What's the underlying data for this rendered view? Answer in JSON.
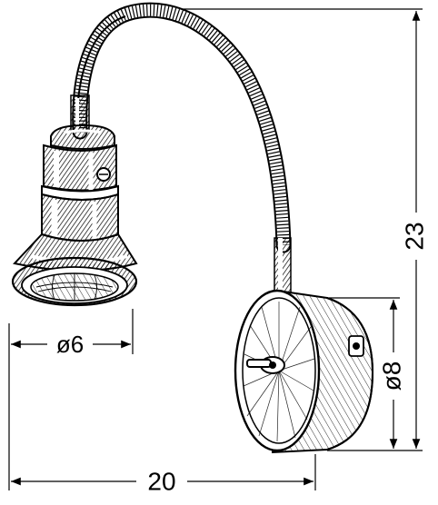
{
  "dimensions": {
    "height_label": "23",
    "base_diameter_label": "ø8",
    "head_diameter_label": "ø6",
    "width_label": "20"
  },
  "colors": {
    "line": "#000000",
    "background": "#ffffff"
  }
}
